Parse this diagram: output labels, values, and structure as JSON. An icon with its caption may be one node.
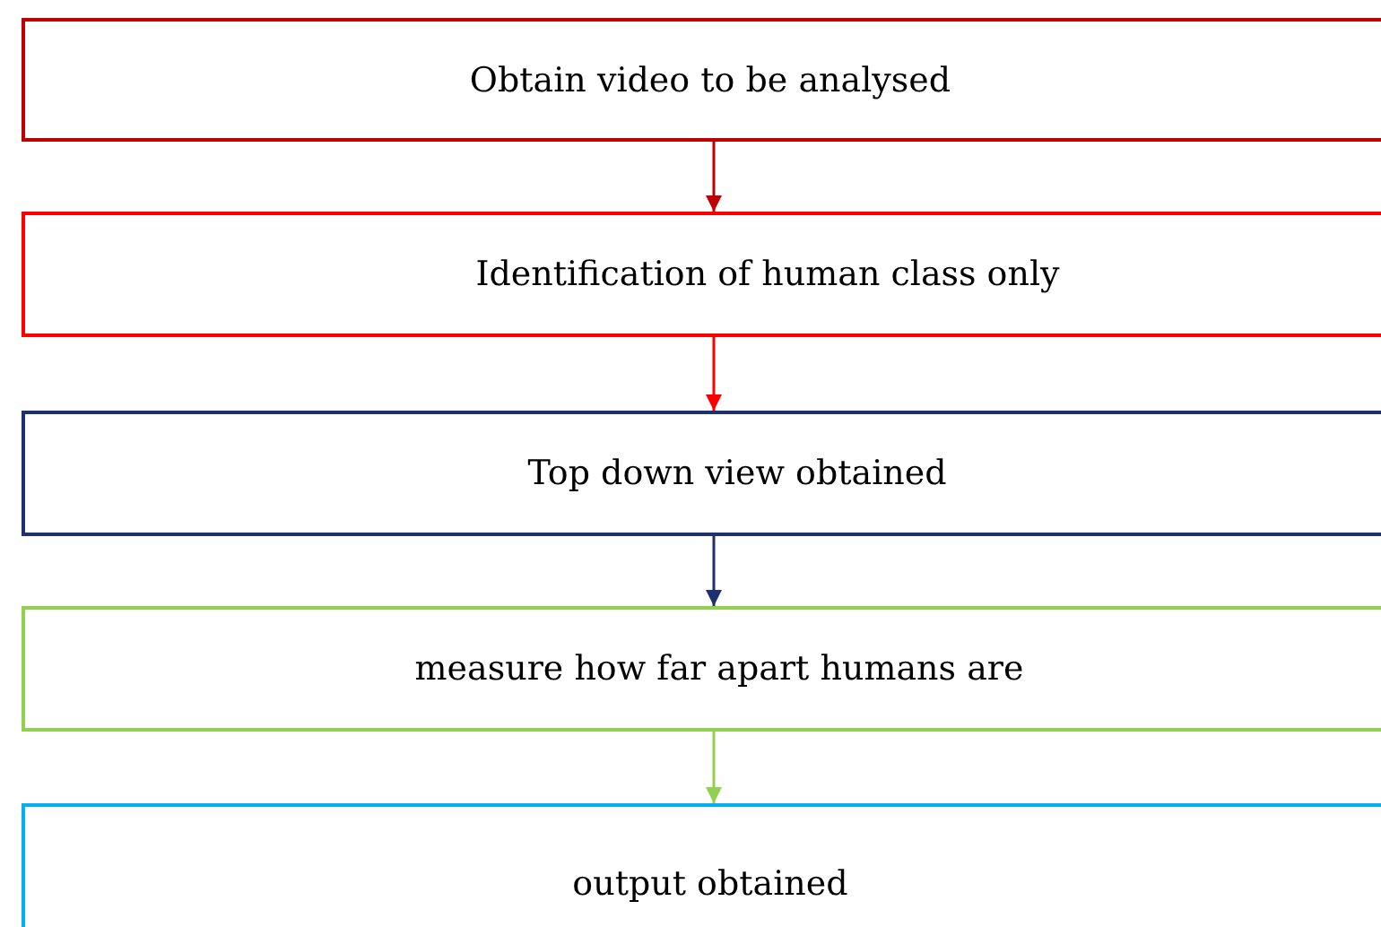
{
  "diagram": {
    "nodes": [
      {
        "text": [
          "Obtain video to be analysed"
        ]
      },
      {
        "text": [
          "Identification of human class only"
        ]
      },
      {
        "text": [
          "Top down view obtained"
        ]
      },
      {
        "text": [
          "measure how far apart humans are"
        ]
      },
      {
        "text": [
          "output obtained"
        ]
      }
    ],
    "edges": [
      {
        "from": 0,
        "to": 1,
        "arrow": "to",
        "color": "#c00000"
      },
      {
        "from": 1,
        "to": 2,
        "arrow": "to",
        "color": "#ff0000"
      },
      {
        "from": 2,
        "to": 3,
        "arrow": "to",
        "color": "#1f3070"
      },
      {
        "from": 3,
        "to": 4,
        "arrow": "to",
        "color": "#92d050"
      }
    ]
  }
}
